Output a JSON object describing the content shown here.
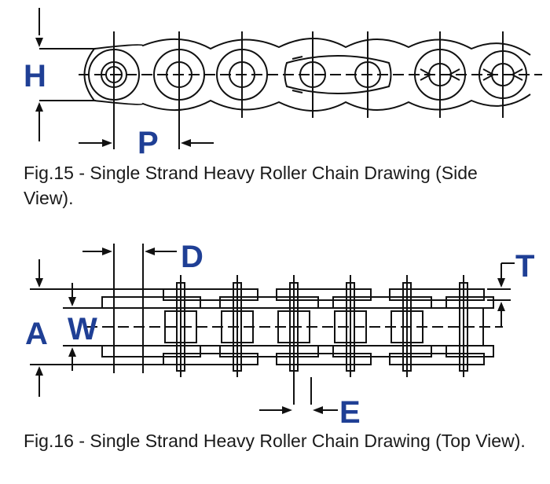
{
  "figures": [
    {
      "caption": "Fig.15 - Single Strand Heavy Roller Chain Drawing (Side View).",
      "labels": {
        "H": "H",
        "P": "P"
      }
    },
    {
      "caption": "Fig.16 - Single Strand Heavy Roller Chain Drawing (Top View).",
      "labels": {
        "A": "A",
        "W": "W",
        "D": "D",
        "T": "T",
        "E": "E"
      }
    }
  ],
  "colors": {
    "label": "#1f3f95",
    "line": "#111111"
  }
}
